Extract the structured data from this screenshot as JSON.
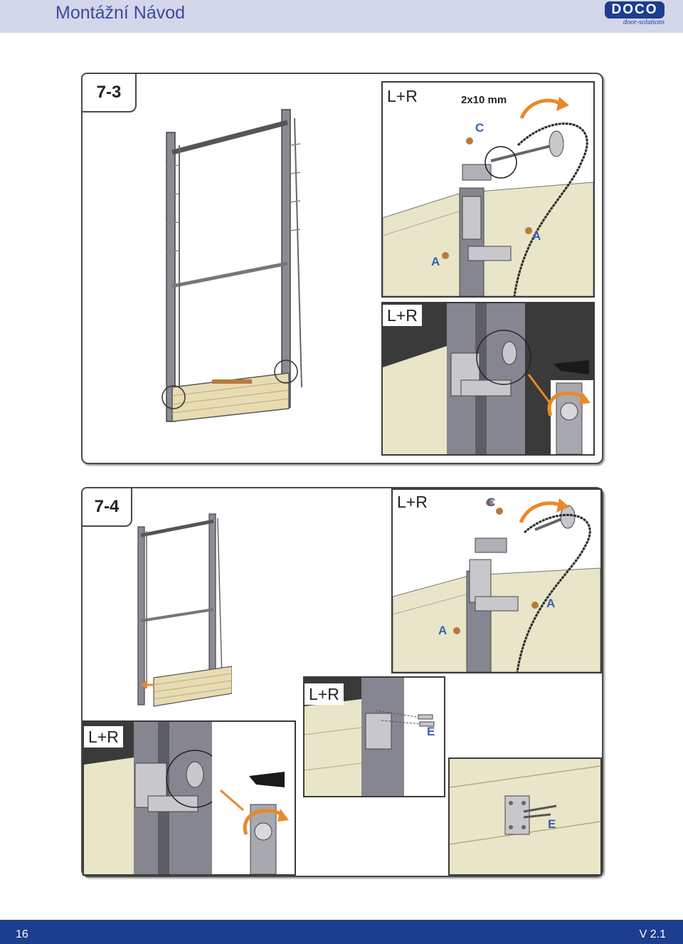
{
  "header": {
    "title": "Montážní Návod",
    "logo_text": "DOCO",
    "logo_subtitle": "door-solutions"
  },
  "colors": {
    "brand": "#1d3d8f",
    "header_band": "#d4d6ea",
    "part_letter": "#3a5fb0",
    "arrow": "#e8892a"
  },
  "step_7_3": {
    "step_label": "7-3",
    "inset_top": {
      "label": "L+R",
      "dimension": "2x10 mm",
      "part_c": "C",
      "part_a_right": "A",
      "part_a_left": "A"
    },
    "inset_bottom": {
      "label": "L+R"
    }
  },
  "step_7_4": {
    "step_label": "7-4",
    "inset_top": {
      "label": "L+R",
      "part_c": "C",
      "part_a_right": "A",
      "part_a_left": "A"
    },
    "inset_middle": {
      "label": "L+R",
      "part_e": "E"
    },
    "inset_bottom_left": {
      "label": "L+R"
    },
    "inset_bottom_right": {
      "part_e": "E"
    }
  },
  "footer": {
    "page_number": "16",
    "version": "V 2.1"
  }
}
